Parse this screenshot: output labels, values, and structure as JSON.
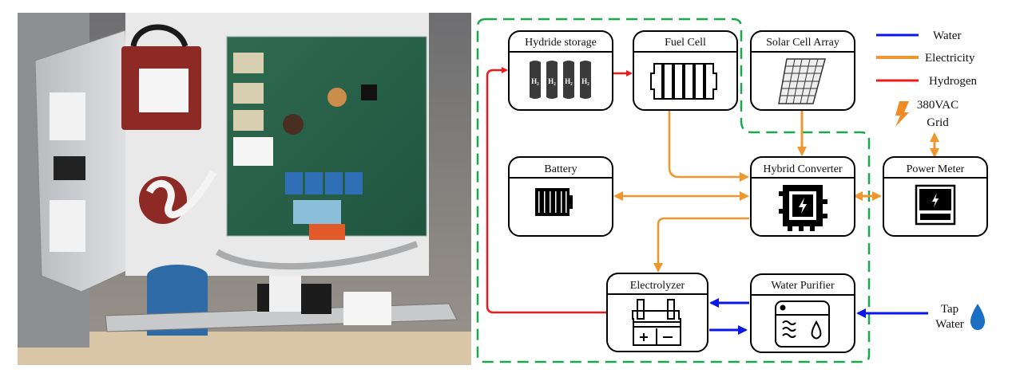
{
  "figure": {
    "left_panel": {
      "description": "Photo of the hybrid converter hardware (open enclosure with PCB, transformer, capacitors and wiring)"
    },
    "boundary": {
      "style": "green dashed outline enclosing the system",
      "color": "#1aa84b"
    },
    "components": [
      {
        "id": "hydride",
        "title": "Hydride storage",
        "icon": "hydrogen-tanks-icon",
        "tank_label": "H₂"
      },
      {
        "id": "fuelcell",
        "title": "Fuel Cell",
        "icon": "fuel-cell-stack-icon"
      },
      {
        "id": "solar",
        "title": "Solar Cell Array",
        "icon": "solar-panel-icon"
      },
      {
        "id": "battery",
        "title": "Battery",
        "icon": "battery-icon"
      },
      {
        "id": "converter",
        "title": "Hybrid Converter",
        "icon": "converter-chip-icon"
      },
      {
        "id": "meter",
        "title": "Power Meter",
        "icon": "power-meter-icon"
      },
      {
        "id": "electrolyzer",
        "title": "Electrolyzer",
        "icon": "electrolyzer-icon"
      },
      {
        "id": "purifier",
        "title": "Water Purifier",
        "icon": "water-purifier-icon"
      }
    ],
    "legend": [
      {
        "label": "Water",
        "color": "#0a17e6"
      },
      {
        "label": "Electricity",
        "color": "#f0962e"
      },
      {
        "label": "Hydrogen",
        "color": "#f01a1a"
      }
    ],
    "grid": {
      "line1": "380VAC",
      "line2": "Grid",
      "icon": "lightning-icon",
      "color": "#f0962e"
    },
    "tap_water": {
      "line1": "Tap",
      "line2": "Water",
      "icon": "water-drop-icon",
      "color": "#1a6fc4"
    },
    "flows": [
      {
        "from": "Electrolyzer",
        "to": "Hydride storage",
        "type": "Hydrogen"
      },
      {
        "from": "Hydride storage",
        "to": "Fuel Cell",
        "type": "Hydrogen"
      },
      {
        "from": "Fuel Cell",
        "to": "Hybrid Converter",
        "type": "Electricity"
      },
      {
        "from": "Solar Cell Array",
        "to": "Hybrid Converter",
        "type": "Electricity"
      },
      {
        "from": "Battery",
        "to": "Hybrid Converter",
        "type": "Electricity",
        "bidirectional": true
      },
      {
        "from": "Hybrid Converter",
        "to": "Power Meter",
        "type": "Electricity",
        "bidirectional": true
      },
      {
        "from": "380VAC Grid",
        "to": "Power Meter",
        "type": "Electricity",
        "bidirectional": true
      },
      {
        "from": "Hybrid Converter",
        "to": "Electrolyzer",
        "type": "Electricity"
      },
      {
        "from": "Water Purifier",
        "to": "Electrolyzer",
        "type": "Water"
      },
      {
        "from": "Electrolyzer",
        "to": "Water Purifier",
        "type": "Water"
      },
      {
        "from": "Tap Water",
        "to": "Water Purifier",
        "type": "Water"
      }
    ]
  }
}
